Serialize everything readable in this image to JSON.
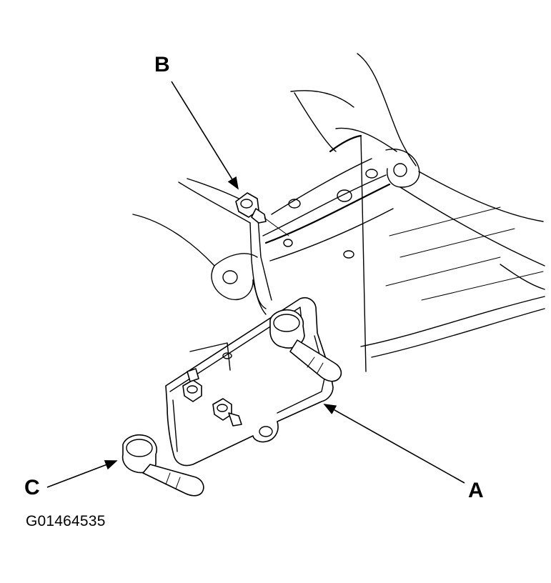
{
  "callouts": {
    "a": "A",
    "b": "B",
    "c": "C"
  },
  "figure_id": "G01464535",
  "colors": {
    "ink": "#000000",
    "paper": "#ffffff"
  }
}
